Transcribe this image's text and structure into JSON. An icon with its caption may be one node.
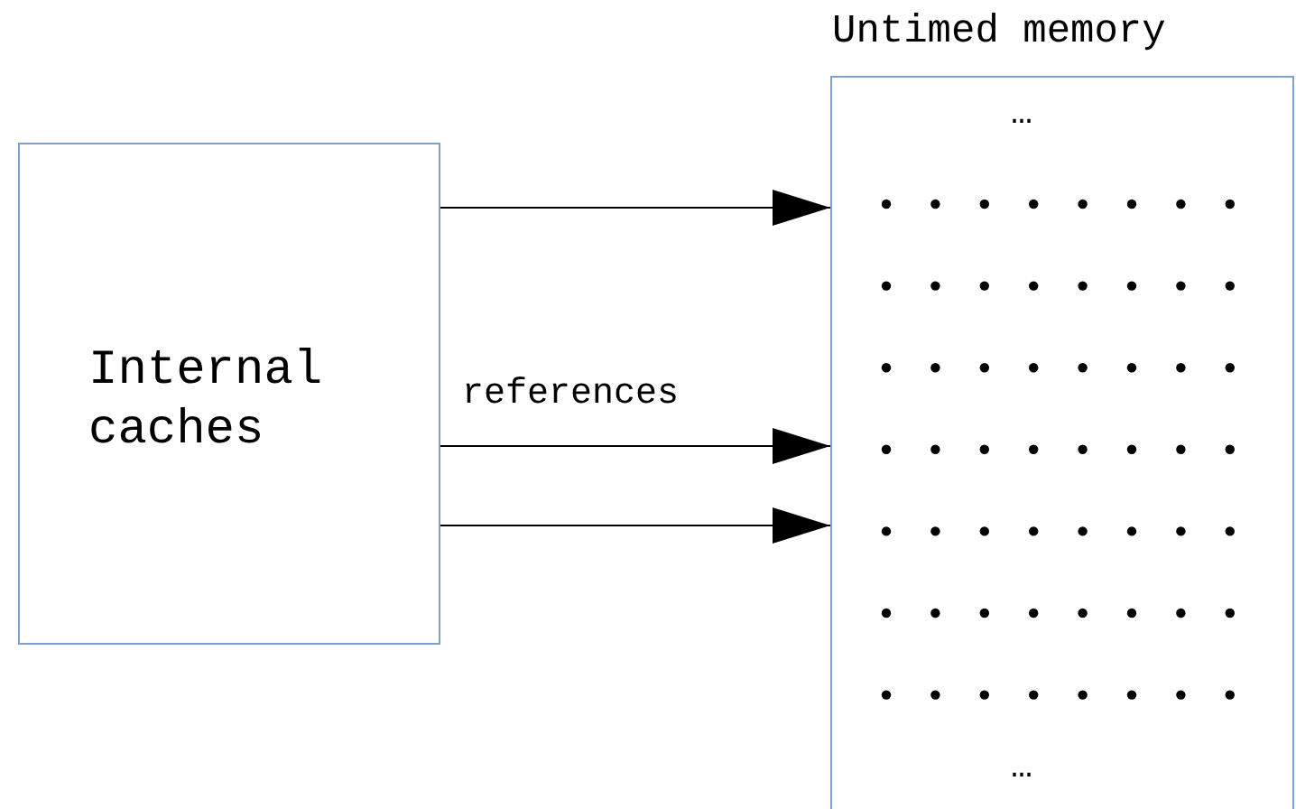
{
  "diagram": {
    "nodes": [
      {
        "text": [
          "Internal caches"
        ]
      },
      {
        "text": [
          "Untimed memory"
        ]
      }
    ],
    "edges": [
      {
        "from": 0,
        "to": 1,
        "arrow": "to"
      },
      {
        "from": 0,
        "to": 1,
        "arrow": "to",
        "label": "references"
      },
      {
        "from": 0,
        "to": 1,
        "arrow": "to"
      }
    ],
    "labels": [
      "…",
      "…"
    ]
  }
}
